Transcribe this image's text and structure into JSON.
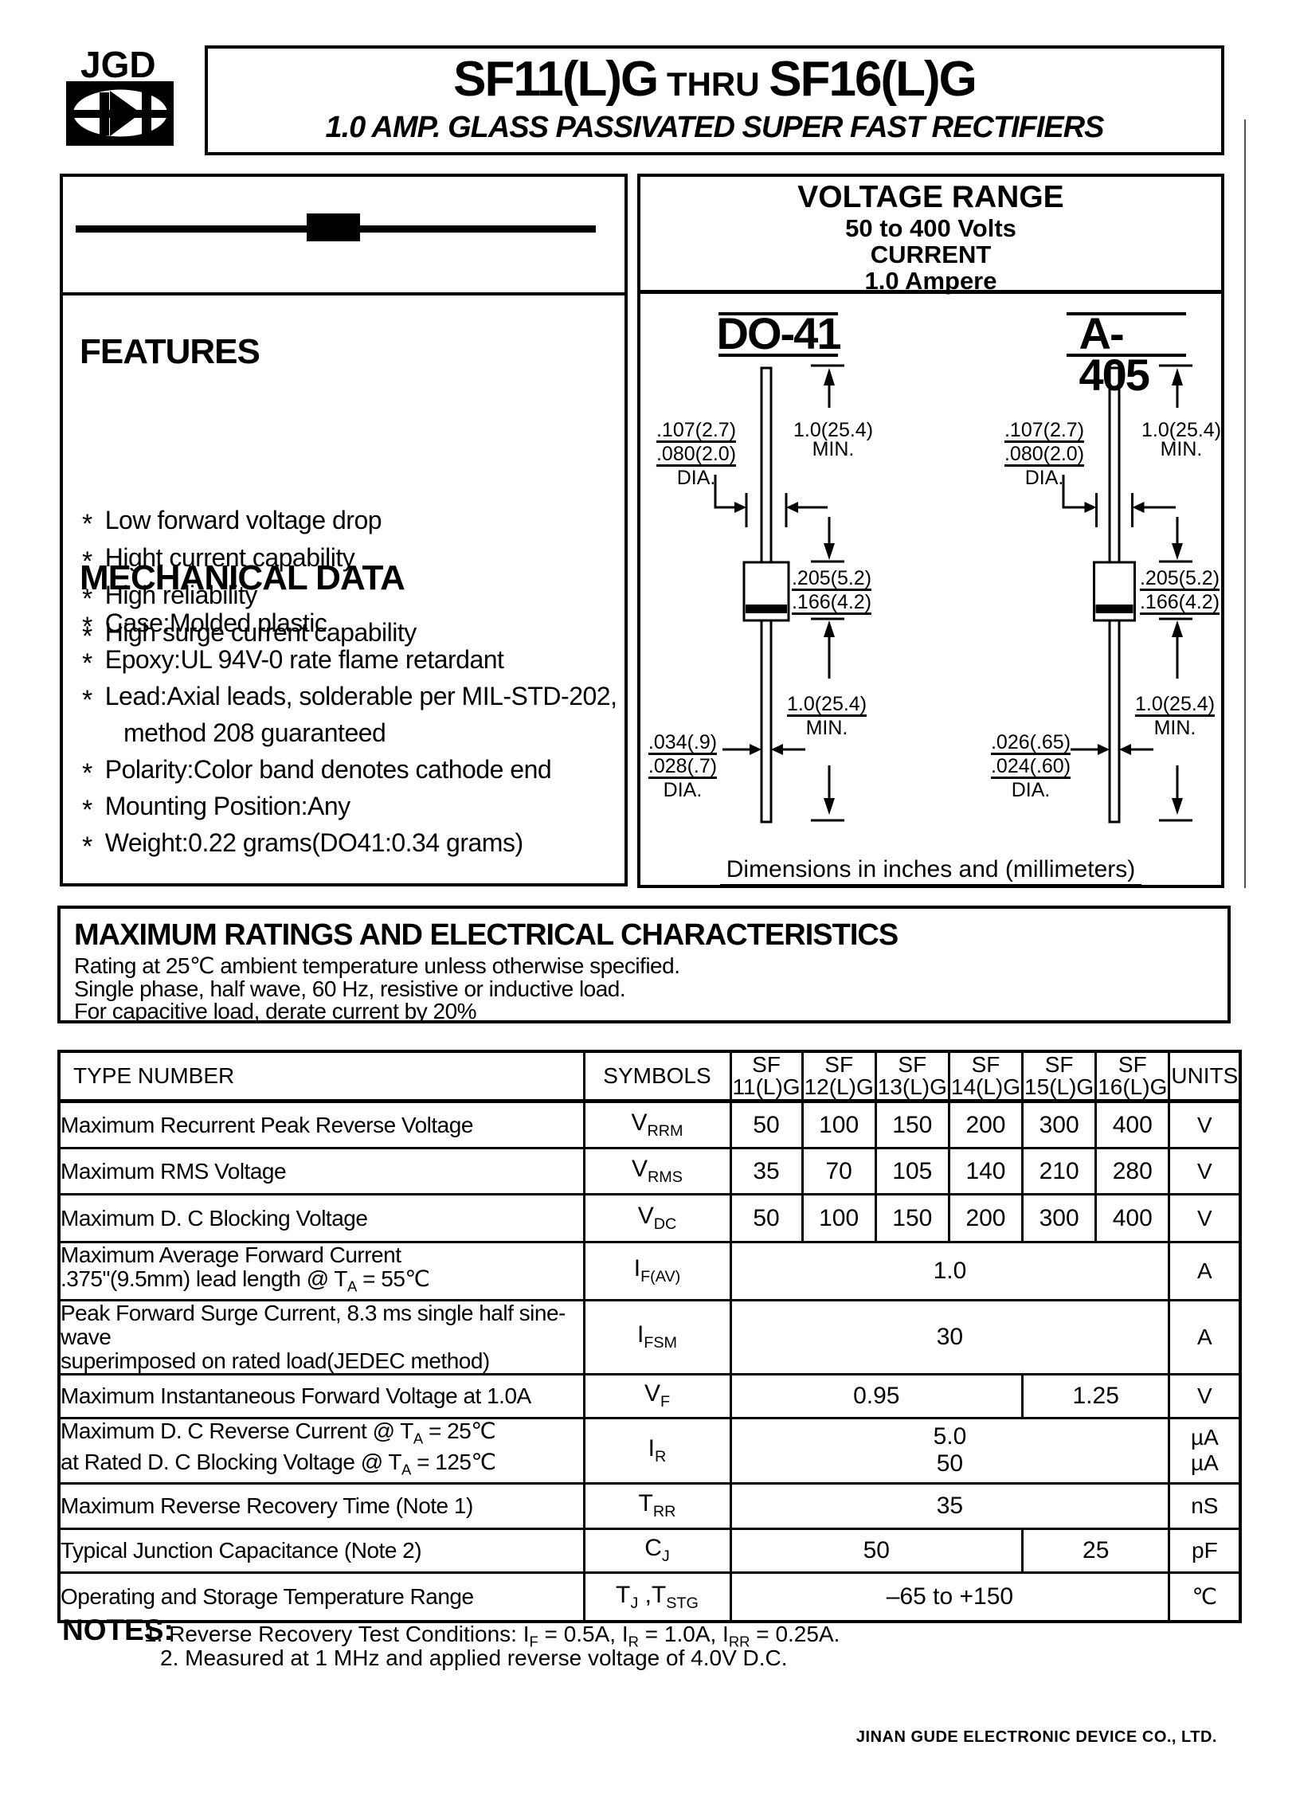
{
  "logo": {
    "text": "JGD"
  },
  "title_box": {
    "part1": "SF11(L)G",
    "thru": " THRU ",
    "part2": "SF16(L)G",
    "subtitle": "1.0 AMP.  GLASS PASSIVATED SUPER FAST RECTIFIERS"
  },
  "voltage_box": {
    "heading": "VOLTAGE RANGE",
    "range": "50 to  400  Volts",
    "current_label": "CURRENT",
    "current_value": "1.0  Ampere"
  },
  "features": {
    "heading": "FEATURES",
    "bullet": "*",
    "items": [
      "Low forward voltage drop",
      "Hight current capability",
      "High reliability",
      "High surge current capability"
    ]
  },
  "mechanical": {
    "heading": "MECHANICAL DATA",
    "items": [
      {
        "bullet": "*",
        "indent": 0,
        "text": "Case:Molded plastic"
      },
      {
        "bullet": "*",
        "indent": 0,
        "text": "Epoxy:UL 94V-0 rate flame retardant"
      },
      {
        "bullet": "*",
        "indent": 0,
        "text": "Lead:Axial leads, solderable per MIL-STD-202,"
      },
      {
        "bullet": "",
        "indent": 52,
        "text": "method 208 guaranteed"
      },
      {
        "bullet": "*",
        "indent": 0,
        "text": "Polarity:Color band denotes cathode end"
      },
      {
        "bullet": "*",
        "indent": 0,
        "text": "Mounting Position:Any"
      },
      {
        "bullet": "*",
        "indent": 0,
        "text": "Weight:0.22 grams(DO41:0.34 grams)"
      }
    ]
  },
  "packages": {
    "caption": "Dimensions in inches and (millimeters)",
    "do41": {
      "name": "DO-41",
      "lead_len_top": "1.0(25.4)",
      "lead_len_top2": "MIN.",
      "body_dia_num": ".107(2.7)",
      "body_dia_den": ".080(2.0)",
      "body_dia_label": "DIA.",
      "body_len_num": ".205(5.2)",
      "body_len_den": ".166(4.2)",
      "lead_len_bot": "1.0(25.4)",
      "lead_len_bot2": "MIN.",
      "lead_dia_num": ".034(.9)",
      "lead_dia_den": ".028(.7)",
      "lead_dia_label": "DIA."
    },
    "a405": {
      "name": "A-405",
      "lead_len_top": "1.0(25.4)",
      "lead_len_top2": "MIN.",
      "body_dia_num": ".107(2.7)",
      "body_dia_den": ".080(2.0)",
      "body_dia_label": "DIA.",
      "body_len_num": ".205(5.2)",
      "body_len_den": ".166(4.2)",
      "lead_len_bot": "1.0(25.4)",
      "lead_len_bot2": "MIN.",
      "lead_dia_num": ".026(.65)",
      "lead_dia_den": ".024(.60)",
      "lead_dia_label": "DIA."
    }
  },
  "ratings": {
    "heading": "MAXIMUM RATINGS AND ELECTRICAL CHARACTERISTICS",
    "line1": "Rating at 25℃ ambient temperature unless otherwise specified.",
    "line2": "Single phase, half wave, 60 Hz, resistive or inductive load.",
    "line3": "For capacitive load, derate current by 20%"
  },
  "table": {
    "col_type": "TYPE NUMBER",
    "col_symbols": "SYMBOLS",
    "col_units": "UNITS",
    "sf_prefix": "SF",
    "sf_cols": [
      "11(L)G",
      "12(L)G",
      "13(L)G",
      "14(L)G",
      "15(L)G",
      "16(L)G"
    ],
    "rows": [
      {
        "label": "Maximum Recurrent Peak Reverse Voltage",
        "symbol": "V~RRM~",
        "cells": [
          "50",
          "100",
          "150",
          "200",
          "300",
          "400"
        ],
        "unit": "V"
      },
      {
        "label": "Maximum RMS Voltage",
        "symbol": "V~RMS~",
        "cells": [
          "35",
          "70",
          "105",
          "140",
          "210",
          "280"
        ],
        "unit": "V"
      },
      {
        "label": "Maximum D. C Blocking Voltage",
        "symbol": "V~DC~",
        "cells": [
          "50",
          "100",
          "150",
          "200",
          "300",
          "400"
        ],
        "unit": "V"
      },
      {
        "label": "Maximum Average Forward Current\n.375\"(9.5mm) lead length @ T~A~ = 55℃",
        "symbol": "I~F(AV)~",
        "spans": [
          {
            "text": "1.0",
            "cols": 6
          }
        ],
        "unit": "A"
      },
      {
        "label": "Peak Forward Surge Current, 8.3 ms single half sine-wave\nsuperimposed on rated load(JEDEC method)",
        "symbol": "I~FSM~",
        "spans": [
          {
            "text": "30",
            "cols": 6
          }
        ],
        "unit": "A"
      },
      {
        "label": "Maximum Instantaneous Forward Voltage at 1.0A",
        "symbol": "V~F~",
        "spans": [
          {
            "text": "0.95",
            "cols": 4
          },
          {
            "text": "1.25",
            "cols": 2
          }
        ],
        "unit": "V"
      },
      {
        "label": "Maximum D. C Reverse Current @ T~A~ = 25℃\nat Rated D. C Blocking Voltage @ T~A~ = 125℃",
        "symbol": "I~R~",
        "spans": [
          {
            "text": "5.0\n50",
            "cols": 6
          }
        ],
        "unit": "µA\nµA"
      },
      {
        "label": "Maximum Reverse Recovery Time (Note 1)",
        "symbol": "T~RR~",
        "spans": [
          {
            "text": "35",
            "cols": 6
          }
        ],
        "unit": "nS"
      },
      {
        "label": "Typical Junction Capacitance (Note 2)",
        "symbol": "C~J~",
        "spans": [
          {
            "text": "50",
            "cols": 4
          },
          {
            "text": "25",
            "cols": 2
          }
        ],
        "unit": "pF"
      },
      {
        "label": "Operating and Storage Temperature Range",
        "symbol": "T~J~ ,T~STG~",
        "spans": [
          {
            "text": "–65 to +150",
            "cols": 6
          }
        ],
        "unit": "℃"
      }
    ]
  },
  "notes": {
    "heading": "NOTES:",
    "note1": "1. Reverse Recovery Test Conditions: I~F~ = 0.5A, I~R~ = 1.0A, I~RR~ = 0.25A.",
    "note2": "2. Measured at 1 MHz and applied reverse voltage of 4.0V D.C."
  },
  "footer": "JINAN GUDE ELECTRONIC DEVICE CO., LTD."
}
